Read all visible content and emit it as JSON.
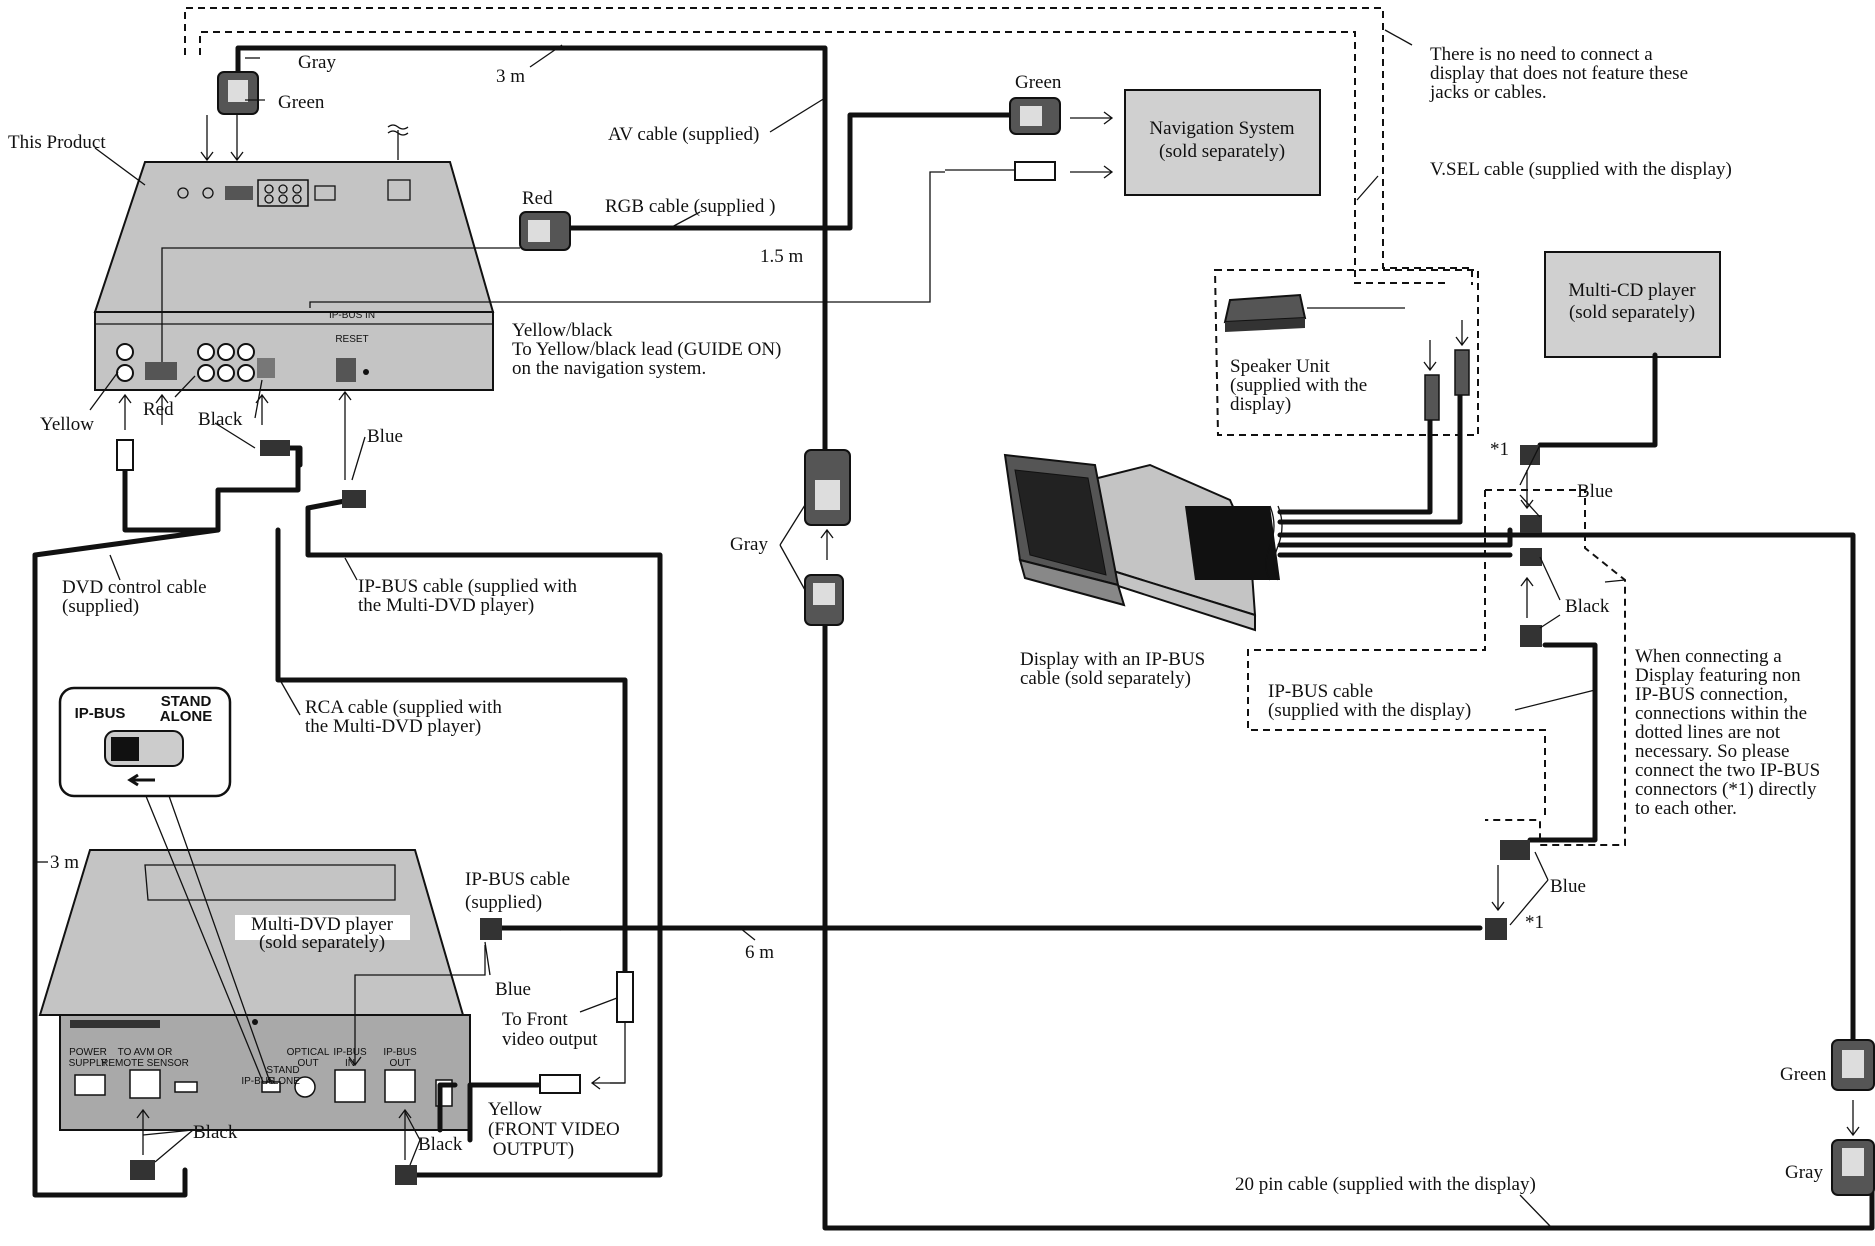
{
  "boxes": {
    "navigation": "Navigation System\n(sold separately)",
    "multi_cd": "Multi-CD player\n(sold separately)",
    "multi_dvd": "Multi-DVD player\n(sold separately)"
  },
  "switch": {
    "ip_bus": "IP-BUS",
    "stand_alone": "STAND\nALONE"
  },
  "labels": {
    "this_product": "This Product",
    "gray_top": "Gray",
    "green_top": "Green",
    "green_nav": "Green",
    "red_rgb": "Red",
    "three_m_top": "3 m",
    "av_cable": "AV cable (supplied)",
    "rgb_cable": "RGB cable (supplied )",
    "one_five_m": "1.5 m",
    "no_need": "There is no need to connect a\ndisplay that does not feature these\njacks or cables.",
    "vsel": "V.SEL cable (supplied with the display)",
    "yellow_black": "Yellow/black\nTo Yellow/black lead (GUIDE ON)\non the navigation system.",
    "yellow": "Yellow",
    "red_jack": "Red",
    "black_jack": "Black",
    "blue_jack": "Blue",
    "speaker": "Speaker Unit\n(supplied with the\ndisplay)",
    "star1_top": "*1",
    "blue_right_top": "Blue",
    "black_right": "Black",
    "gray_mid": "Gray",
    "dvd_control": "DVD control cable\n(supplied)",
    "ipbus_mdvd": "IP-BUS cable (supplied with\nthe Multi-DVD player)",
    "display": "Display with an IP-BUS\ncable (sold separately)",
    "ipbus_display": "IP-BUS cable\n(supplied with the display)",
    "when_connecting": "When connecting a\nDisplay featuring non\nIP-BUS connection,\nconnections within the\ndotted lines are not\nnecessary. So please\nconnect the two IP-BUS\nconnectors (*1) directly\nto each other.",
    "rca": "RCA cable (supplied with\nthe Multi-DVD player)",
    "three_m_left": "3 m",
    "ipbus_supplied": "IP-BUS cable\n(supplied)",
    "blue_right_bottom": "Blue",
    "star1_bottom": "*1",
    "six_m": "6 m",
    "blue_dvd": "Blue",
    "front_video": "To Front\nvideo output",
    "green_bottom": "Green",
    "black_dvd1": "Black",
    "yellow_front": "Yellow\n(FRONT VIDEO\n OUTPUT)",
    "black_dvd2": "Black",
    "gray_bottom": "Gray",
    "pin20": "20 pin cable (supplied with the display)"
  },
  "panel_text": {
    "power_supply": "POWER\nSUPPLY",
    "to_avm": "TO AVM OR\nREMOTE SENSOR",
    "stand_alone_small": "STAND\nALONE",
    "ip_bus_small": "IP-BUS",
    "optical_out": "OPTICAL\nOUT",
    "ip_bus_in": "IP-BUS\nIN",
    "ip_bus_out": "IP-BUS\nOUT",
    "reset": "RESET",
    "ip_bus_top": "IP-BUS IN"
  }
}
